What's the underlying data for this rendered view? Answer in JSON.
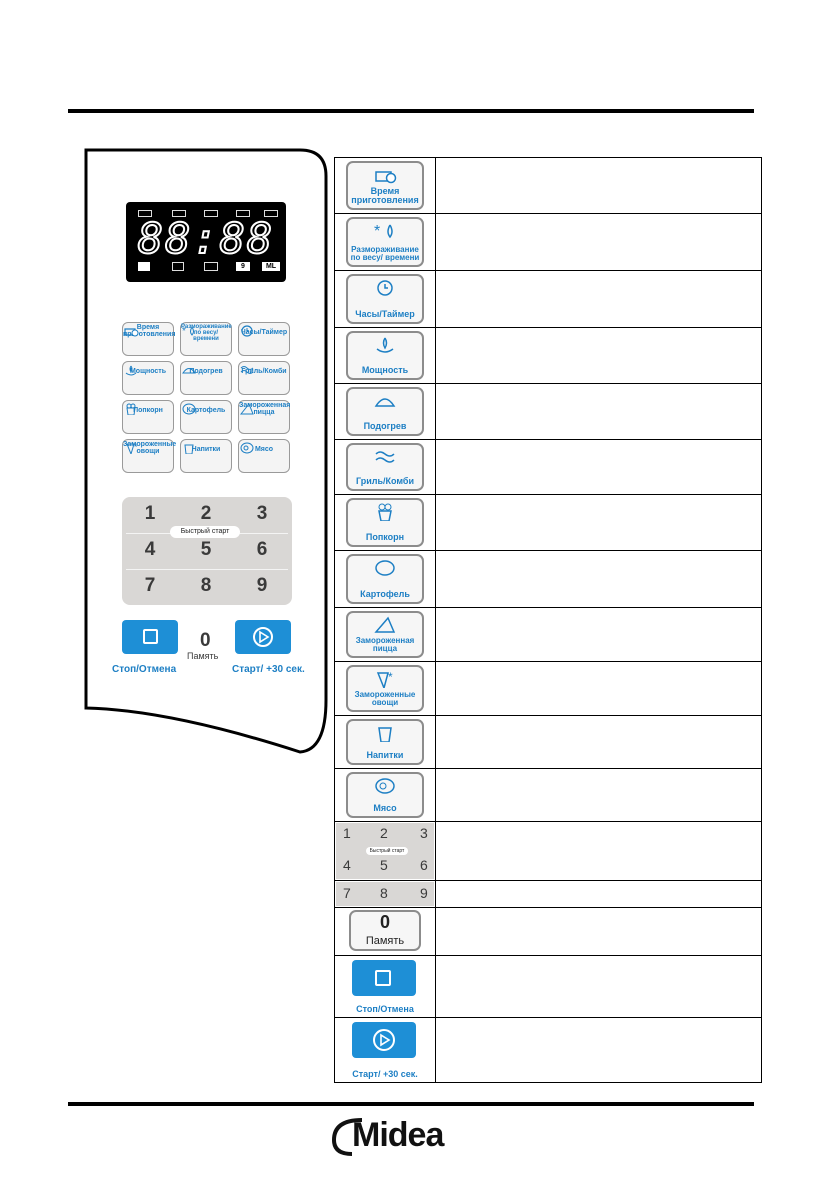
{
  "panel": {
    "display_digits": "88:88",
    "display_icons_top": [
      "",
      "",
      "",
      "",
      ""
    ],
    "display_icons_bottom": [
      "",
      "",
      "",
      "9",
      "ML"
    ],
    "buttons": [
      {
        "label": "Время приготовления",
        "icon": "pot-clock-icon"
      },
      {
        "label": "Размораживание по весу/ времени",
        "icon": "snowflake-drop-icon"
      },
      {
        "label": "Часы/Таймер",
        "icon": "clock-icon"
      },
      {
        "label": "Мощность",
        "icon": "power-wave-icon"
      },
      {
        "label": "Подогрев",
        "icon": "dish-cover-icon"
      },
      {
        "label": "Гриль/Комби",
        "icon": "grill-icon"
      },
      {
        "label": "Попкорн",
        "icon": "popcorn-icon"
      },
      {
        "label": "Картофель",
        "icon": "potato-icon"
      },
      {
        "label": "Замороженная пицца",
        "icon": "pizza-icon"
      },
      {
        "label": "Замороженные овощи",
        "icon": "carrot-icon"
      },
      {
        "label": "Напитки",
        "icon": "cup-icon"
      },
      {
        "label": "Мясо",
        "icon": "meat-icon"
      }
    ],
    "numpad": [
      "1",
      "2",
      "3",
      "4",
      "5",
      "6",
      "7",
      "8",
      "9"
    ],
    "quick_start": "Быстрый старт",
    "zero": "0",
    "memory": "Память",
    "stop_label": "Стоп/Отмена",
    "start_label": "Старт/ +30 сек."
  },
  "table": {
    "rows": [
      {
        "label": "Время приготовления",
        "icon": "pot-clock-icon"
      },
      {
        "label": "Размораживание по весу/ времени",
        "icon": "snowflake-drop-icon"
      },
      {
        "label": "Часы/Таймер",
        "icon": "clock-icon"
      },
      {
        "label": "Мощность",
        "icon": "power-wave-icon"
      },
      {
        "label": "Подогрев",
        "icon": "dish-cover-icon"
      },
      {
        "label": "Гриль/Комби",
        "icon": "grill-icon"
      },
      {
        "label": "Попкорн",
        "icon": "popcorn-icon"
      },
      {
        "label": "Картофель",
        "icon": "potato-icon"
      },
      {
        "label": "Замороженная пицца",
        "icon": "pizza-icon"
      },
      {
        "label": "Замороженные овощи",
        "icon": "carrot-icon"
      },
      {
        "label": "Напитки",
        "icon": "cup-icon"
      },
      {
        "label": "Мясо",
        "icon": "meat-icon"
      }
    ],
    "numpad_rows": [
      "1",
      "2",
      "3",
      "4",
      "5",
      "6"
    ],
    "numpad_row2": [
      "7",
      "8",
      "9"
    ],
    "quick_start": "Быстрый старт",
    "zero": "0",
    "memory": "Память",
    "stop_label": "Стоп/Отмена",
    "start_label": "Старт/ +30 сек."
  },
  "brand": "Midea"
}
